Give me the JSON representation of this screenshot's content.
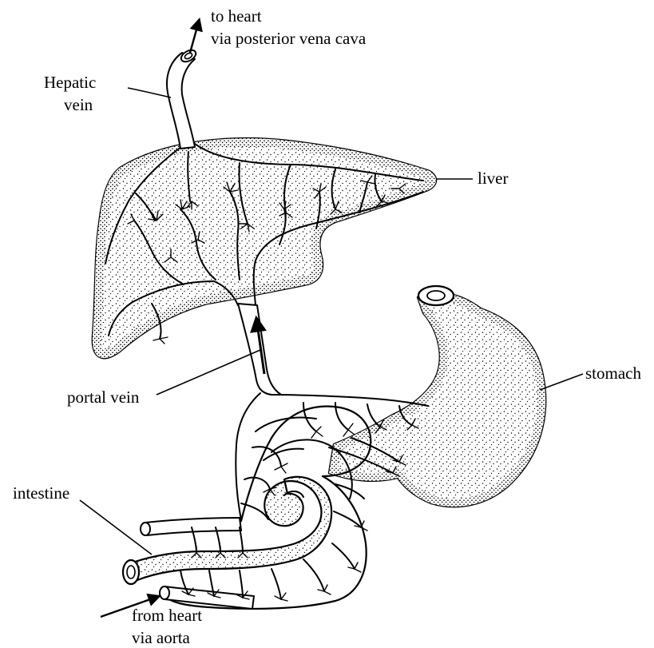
{
  "labels": {
    "to_heart_line1": "to heart",
    "to_heart_line2": "via posterior vena cava",
    "hepatic_line1": "Hepatic",
    "hepatic_line2": "vein",
    "liver": "liver",
    "stomach": "stomach",
    "portal_vein": "portal vein",
    "intestine": "intestine",
    "from_heart_line1": "from heart",
    "from_heart_line2": "via aorta"
  },
  "colors": {
    "ink": "#000000",
    "paper": "#ffffff",
    "organ_stipple": "#000000"
  }
}
